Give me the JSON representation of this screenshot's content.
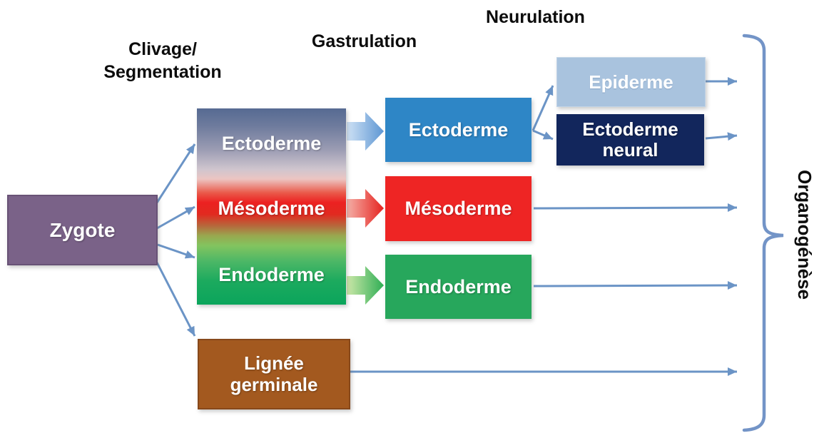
{
  "stages": {
    "clivage_line1": "Clivage/",
    "clivage_line2": "Segmentation",
    "gastrulation": "Gastrulation",
    "neurulation": "Neurulation",
    "organogenese": "Organogénèse"
  },
  "zygote": {
    "label": "Zygote",
    "color": "#7a6288"
  },
  "blastula": {
    "ectoderme": "Ectoderme",
    "mesoderme": "Mésoderme",
    "endoderme": "Endoderme",
    "gradient_top_color": "#566a92",
    "gradient_middle_color": "#ec2121",
    "gradient_bottom_color": "#0ba55c"
  },
  "gastrula": {
    "ectoderme": {
      "label": "Ectoderme",
      "color": "#2e86c6"
    },
    "mesoderme": {
      "label": "Mésoderme",
      "color": "#ee2524"
    },
    "endoderme": {
      "label": "Endoderme",
      "color": "#27a75c"
    }
  },
  "neurula": {
    "epiderme": {
      "label": "Epiderme",
      "color": "#a9c3de"
    },
    "ectoderme_neural": {
      "label": "Ectoderme neural",
      "color": "#12265c"
    }
  },
  "germline": {
    "label": "Lignée germinale",
    "color": "#a3591f"
  },
  "colors": {
    "arrow": "#6b94c6",
    "bracket": "#7394c7",
    "block_arrow_blue_light": "#cfe2f5",
    "block_arrow_blue_dark": "#5d96d3",
    "block_arrow_red_light": "#f5b0a8",
    "block_arrow_red_dark": "#e5231f",
    "block_arrow_green_light": "#cde8a9",
    "block_arrow_green_dark": "#2fae55"
  }
}
